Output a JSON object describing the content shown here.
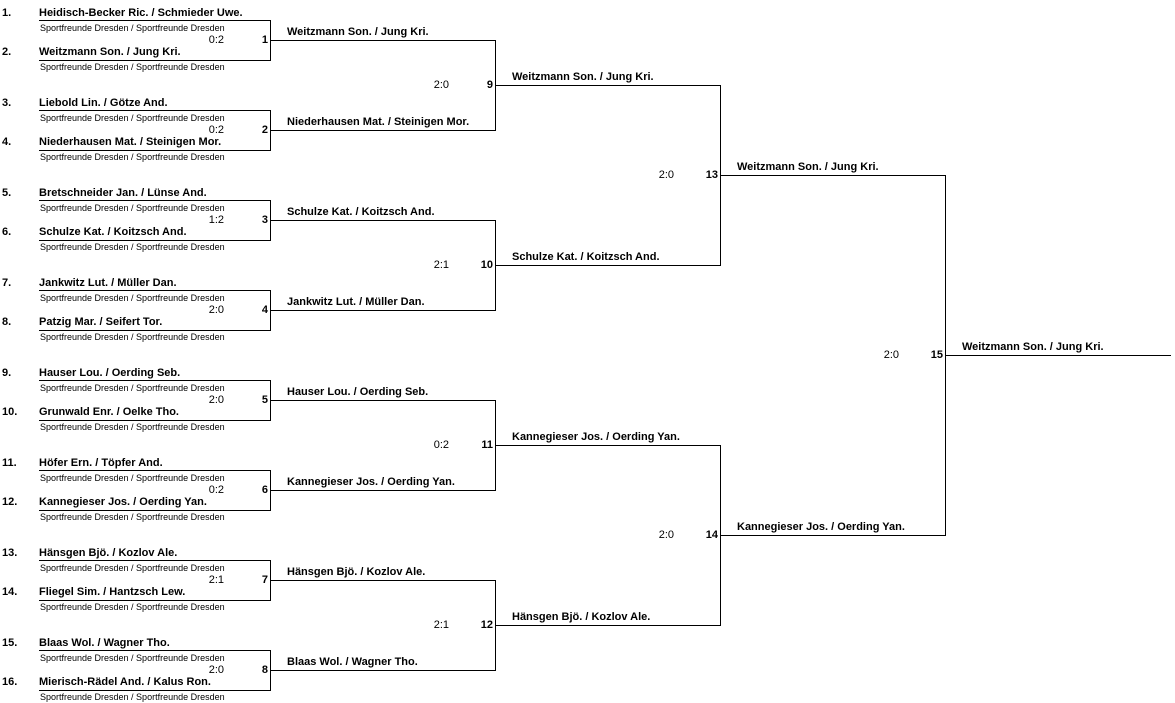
{
  "entries": [
    {
      "seed": "1.",
      "name": "Heidisch-Becker Ric. / Schmieder Uwe.",
      "club": "Sportfreunde Dresden / Sportfreunde Dresden"
    },
    {
      "seed": "2.",
      "name": "Weitzmann Son. / Jung Kri.",
      "club": "Sportfreunde Dresden / Sportfreunde Dresden"
    },
    {
      "seed": "3.",
      "name": "Liebold Lin. / Götze And.",
      "club": "Sportfreunde Dresden / Sportfreunde Dresden"
    },
    {
      "seed": "4.",
      "name": "Niederhausen Mat. / Steinigen Mor.",
      "club": "Sportfreunde Dresden / Sportfreunde Dresden"
    },
    {
      "seed": "5.",
      "name": "Bretschneider Jan. / Lünse And.",
      "club": "Sportfreunde Dresden / Sportfreunde Dresden"
    },
    {
      "seed": "6.",
      "name": "Schulze Kat. / Koitzsch And.",
      "club": "Sportfreunde Dresden / Sportfreunde Dresden"
    },
    {
      "seed": "7.",
      "name": "Jankwitz Lut. / Müller Dan.",
      "club": "Sportfreunde Dresden / Sportfreunde Dresden"
    },
    {
      "seed": "8.",
      "name": "Patzig Mar. / Seifert Tor.",
      "club": "Sportfreunde Dresden / Sportfreunde Dresden"
    },
    {
      "seed": "9.",
      "name": "Hauser Lou. / Oerding Seb.",
      "club": "Sportfreunde Dresden / Sportfreunde Dresden"
    },
    {
      "seed": "10.",
      "name": "Grunwald Enr. / Oelke Tho.",
      "club": "Sportfreunde Dresden / Sportfreunde Dresden"
    },
    {
      "seed": "11.",
      "name": "Höfer Ern. / Töpfer And.",
      "club": "Sportfreunde Dresden / Sportfreunde Dresden"
    },
    {
      "seed": "12.",
      "name": "Kannegieser Jos. / Oerding Yan.",
      "club": "Sportfreunde Dresden / Sportfreunde Dresden"
    },
    {
      "seed": "13.",
      "name": "Hänsgen Bjö. / Kozlov Ale.",
      "club": "Sportfreunde Dresden / Sportfreunde Dresden"
    },
    {
      "seed": "14.",
      "name": "Fliegel Sim. / Hantzsch Lew.",
      "club": "Sportfreunde Dresden / Sportfreunde Dresden"
    },
    {
      "seed": "15.",
      "name": "Blaas Wol. / Wagner Tho.",
      "club": "Sportfreunde Dresden / Sportfreunde Dresden"
    },
    {
      "seed": "16.",
      "name": "Mierisch-Rädel And. / Kalus Ron.",
      "club": "Sportfreunde Dresden / Sportfreunde Dresden"
    }
  ],
  "matches": {
    "m1": {
      "number": "1",
      "score": "0:2",
      "winner": "Weitzmann Son. / Jung Kri."
    },
    "m2": {
      "number": "2",
      "score": "0:2",
      "winner": "Niederhausen Mat. / Steinigen Mor."
    },
    "m3": {
      "number": "3",
      "score": "1:2",
      "winner": "Schulze Kat. / Koitzsch And."
    },
    "m4": {
      "number": "4",
      "score": "2:0",
      "winner": "Jankwitz Lut. / Müller Dan."
    },
    "m5": {
      "number": "5",
      "score": "2:0",
      "winner": "Hauser Lou. / Oerding Seb."
    },
    "m6": {
      "number": "6",
      "score": "0:2",
      "winner": "Kannegieser Jos. / Oerding Yan."
    },
    "m7": {
      "number": "7",
      "score": "2:1",
      "winner": "Hänsgen Bjö. / Kozlov Ale."
    },
    "m8": {
      "number": "8",
      "score": "2:0",
      "winner": "Blaas Wol. / Wagner Tho."
    },
    "m9": {
      "number": "9",
      "score": "2:0",
      "winner": "Weitzmann Son. / Jung Kri."
    },
    "m10": {
      "number": "10",
      "score": "2:1",
      "winner": "Schulze Kat. / Koitzsch And."
    },
    "m11": {
      "number": "11",
      "score": "0:2",
      "winner": "Kannegieser Jos. / Oerding Yan."
    },
    "m12": {
      "number": "12",
      "score": "2:1",
      "winner": "Hänsgen Bjö. / Kozlov Ale."
    },
    "m13": {
      "number": "13",
      "score": "2:0",
      "winner": "Weitzmann Son. / Jung Kri."
    },
    "m14": {
      "number": "14",
      "score": "2:0",
      "winner": "Kannegieser Jos. / Oerding Yan."
    },
    "m15": {
      "number": "15",
      "score": "2:0",
      "winner": "Weitzmann Son. / Jung Kri."
    }
  }
}
